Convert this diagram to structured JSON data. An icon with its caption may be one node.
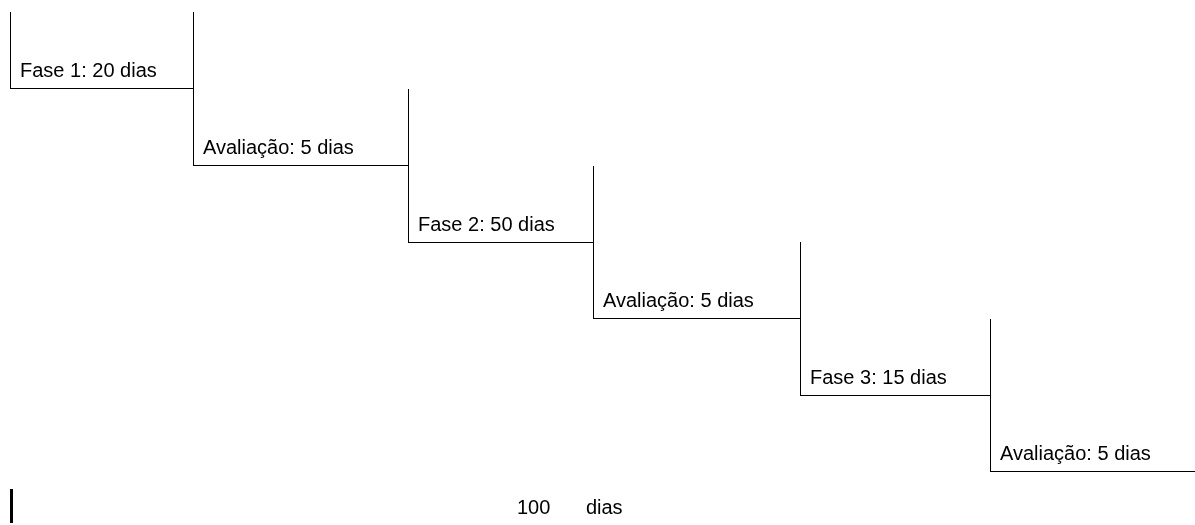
{
  "diagram": {
    "nodes": [
      {
        "text": [
          "Fase 1: 20 dias"
        ]
      },
      {
        "text": [
          "Avaliação: 5 dias"
        ]
      },
      {
        "text": [
          "Fase 2: 50 dias"
        ]
      },
      {
        "text": [
          "Avaliação: 5 dias"
        ]
      },
      {
        "text": [
          "Fase 3: 15 dias"
        ]
      },
      {
        "text": [
          "Avaliação: 5 dias"
        ]
      }
    ],
    "labels": [
      "100 dias"
    ]
  }
}
